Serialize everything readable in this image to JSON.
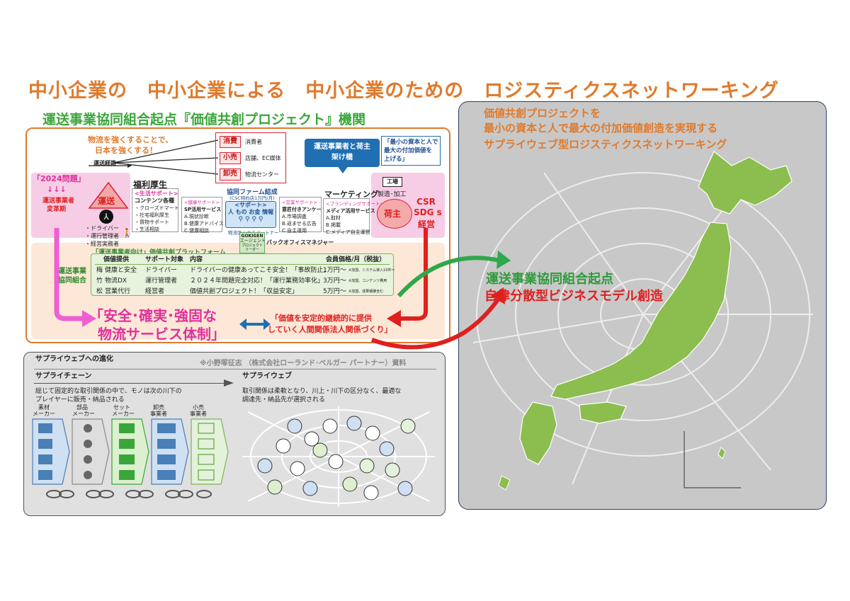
{
  "title": "中小企業の　中小企業による　中小企業のための　ロジスティクスネットワーキング",
  "subtitle": "運送事業協同組合起点『価値共創プロジェクト』機関",
  "top": {
    "slogan_1": "物流を強くすることで、",
    "slogan_2": "日本を強くする！",
    "route_label": "運送経路",
    "channels": [
      {
        "tag": "消費",
        "label": "消費者"
      },
      {
        "tag": "小売",
        "label": "店舗、EC媒体"
      },
      {
        "tag": "卸売",
        "label": "物流センター"
      }
    ],
    "bridge_1": "運送事業者と荷主",
    "bridge_2": "架け橋",
    "value_quote_1": "「最小の資本と人で",
    "value_quote_2": "最大の付加価値を",
    "value_quote_3": "上げる」"
  },
  "left_block": {
    "problem": "「2024問題」",
    "arrows": "↓↓↓",
    "reform_1": "運送事業者",
    "reform_2": "変革期",
    "transport": "運送",
    "roles": [
      "・ドライバー",
      "・運行管理者",
      "・経営実務者"
    ]
  },
  "services": {
    "welfare_title": "福利厚生",
    "welfare_sub": "<生活サポート>",
    "welfare_head": "コンテンツ各種",
    "welfare_items": [
      "・クローズドマート",
      "・社宅福利厚生",
      "・買物サポート",
      "・生活相談"
    ],
    "sp_sub": "<健康サポート>",
    "sp_head": "SP活用サービス",
    "sp_items": [
      "A.現状診断",
      "B.健康アドバイス",
      "C.健康相談"
    ],
    "coop_title": "協同ファーム結成",
    "coop_sub": "(CSC特約店1万円/月)",
    "support_tag": "<サポート>",
    "support_main": "人 もの お金 情報",
    "support_partner": "物流強くするパートナー",
    "sales_sub": "<営業サポート>",
    "sales_head": "意匠付きアンケート",
    "sales_items": [
      "A.市場調査",
      "B.返ませる広告",
      "C.自主運用"
    ],
    "mkt_title": "マーケティング",
    "mkt_sub": "<ブランディングサポート>",
    "mkt_head": "メディア活用サービス",
    "mkt_items": [
      "A.取材",
      "B.掲載",
      "C.メディア自主運営"
    ],
    "agent_1": "GOKIGEN",
    "agent_2": "エージェント",
    "leader": "プロジェクトリーダー",
    "backoffice": "バックオフィスマネジャー"
  },
  "right_block": {
    "factory": "工場",
    "manufacture": "製造･加工",
    "shipper": "荷主",
    "csr_1": "CSR",
    "csr_2": "SDG s",
    "csr_3": "経営"
  },
  "platform": {
    "title": "「運送事業者向け」価値共創プラットフォーム",
    "left_label_1": "運送事業",
    "left_label_2": "協同組合",
    "headers": [
      "価値提供",
      "サポート対象",
      "内容",
      "会員価格/月（税抜）"
    ],
    "rows": [
      {
        "rank": "梅",
        "value": "健康と安全",
        "target": "ドライバー",
        "content": "ドライバーの健康あってこそ安全！「事故防止」",
        "price": "1万円～",
        "note": "※加盟、システム導入10件～"
      },
      {
        "rank": "竹",
        "value": "物流DX",
        "target": "運行管理者",
        "content": "２０２４年問題完全対応！「運行業務効率化」",
        "price": "3万円～",
        "note": "※加盟、コンテンツ費用"
      },
      {
        "rank": "松",
        "value": "営業代行",
        "target": "経営者",
        "content": "価値共創プロジェクト！「収益安定」",
        "price": "5万円～",
        "note": "※加盟、成果報酬含む"
      }
    ]
  },
  "bottom_left": {
    "line_1": "「安全･確実･強固な",
    "line_2": "物流サービス体制」"
  },
  "bottom_right": {
    "line_1": "「価値を安定的継続的に提供",
    "line_2": "していく人間関係法人関係づくり」"
  },
  "japan": {
    "heading_1": "価値共創プロジェクトを",
    "heading_2": "最小の資本と人で最大の付加価値創造を実現する",
    "heading_3": "サプライウェブ型ロジスティクスネットワーキング",
    "model_1": "運送事業協同組合起点",
    "model_2": "自律分散型ビジネスモデル創造"
  },
  "supply": {
    "title": "サプライウェブへの進化",
    "credit": "※小野塚征志 （株式会社ローランド･ベルガー パートナー）資料",
    "chain_title": "サプライチェーン",
    "chain_desc_1": "総じて固定的な取引関係の中で、モノは次の川下の",
    "chain_desc_2": "プレイヤーに販売・納品される",
    "columns": [
      {
        "l1": "素材",
        "l2": "メーカー"
      },
      {
        "l1": "部品",
        "l2": "メーカー"
      },
      {
        "l1": "セット",
        "l2": "メーカー"
      },
      {
        "l1": "卸売",
        "l2": "事業者"
      },
      {
        "l1": "小売",
        "l2": "事業者"
      }
    ],
    "web_title": "サプライウェブ",
    "web_desc_1": "取引関係は柔軟となり、川上・川下の区分なく、最適な",
    "web_desc_2": "調達先・納品先が選択される"
  },
  "colors": {
    "title_orange": "#e07a2c",
    "green": "#3aa63a",
    "pink": "#e0309a",
    "red": "#e01f1f",
    "japan_fill": "#8cbd4f",
    "panel_grey": "#c8c8c8"
  }
}
